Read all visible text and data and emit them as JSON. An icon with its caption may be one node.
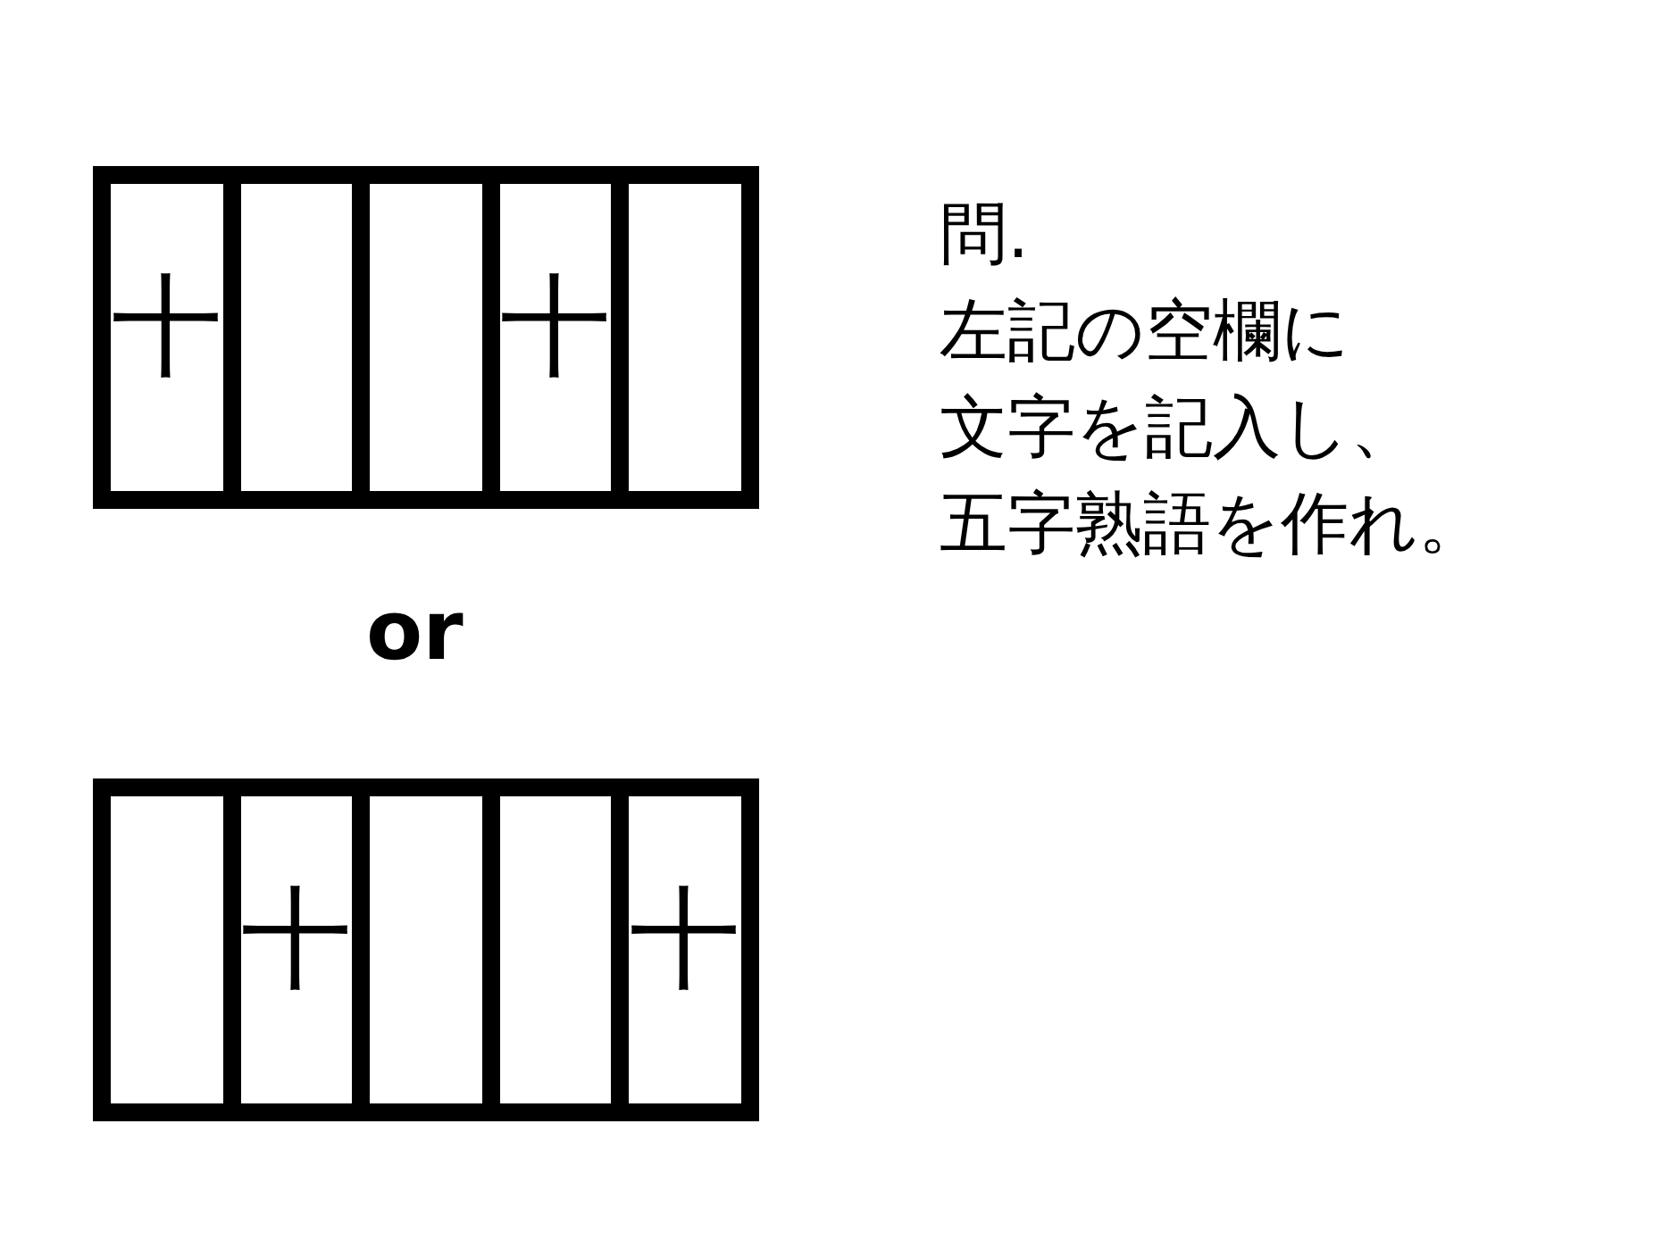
{
  "diagram": {
    "nodes": [
      {
        "text": [],
        "shape": "box"
      },
      {
        "text": [
          "十"
        ],
        "in": 0
      },
      {
        "text": [],
        "shape": "box",
        "in": 0
      },
      {
        "text": [],
        "shape": "box",
        "in": 0
      },
      {
        "text": [
          "十"
        ],
        "in": 0
      },
      {
        "text": [],
        "shape": "box",
        "in": 0
      },
      {
        "text": [],
        "shape": "box"
      },
      {
        "text": [],
        "shape": "box",
        "in": 6
      },
      {
        "text": [
          "十"
        ],
        "in": 6
      },
      {
        "text": [],
        "shape": "box",
        "in": 6
      },
      {
        "text": [],
        "shape": "box",
        "in": 6
      },
      {
        "text": [
          "十"
        ],
        "in": 6
      }
    ],
    "labels": [
      "or",
      "問.",
      "左記の空欄に",
      "文字を記入し、",
      "五字熟語を作れ。"
    ]
  }
}
